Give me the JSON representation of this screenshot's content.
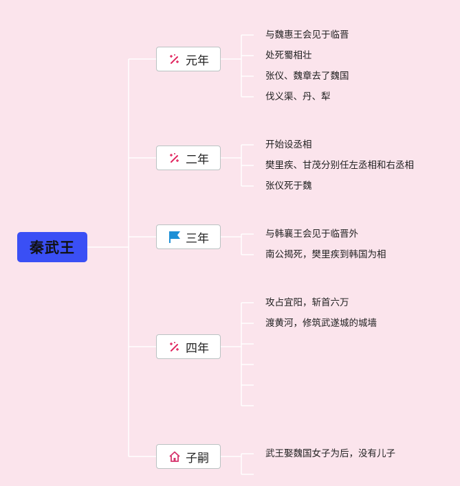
{
  "root": {
    "label": "秦武王"
  },
  "branches": [
    {
      "label": "元年",
      "icon": "wand-sparkle-icon",
      "leaves": [
        "与魏惠王会见于临晋",
        "处死蜀相壮",
        "张仪、魏章去了魏国",
        "伐义渠、丹、犁"
      ]
    },
    {
      "label": "二年",
      "icon": "wand-sparkle-icon",
      "leaves": [
        "开始设丞相",
        "樊里疾、甘茂分别任左丞相和右丞相",
        "张仪死于魏"
      ]
    },
    {
      "label": "三年",
      "icon": "flag-icon",
      "leaves": [
        "与韩襄王会见于临晋外",
        "南公揭死，樊里疾到韩国为相"
      ]
    },
    {
      "label": "四年",
      "icon": "wand-sparkle-icon",
      "leaves": [
        "攻占宜阳，斩首六万",
        "渡黄河，修筑武遂城的城墙",
        "",
        "",
        "",
        ""
      ]
    },
    {
      "label": "子嗣",
      "icon": "home-icon",
      "leaves": [
        "武王娶魏国女子为后，没有儿子",
        ""
      ]
    }
  ],
  "colors": {
    "background": "#fbe4ec",
    "root_fill": "#3a4ff5",
    "connector": "#ffffff",
    "wand_icon": "#e0245e",
    "flag_icon": "#1e90d6",
    "home_icon": "#d6336c"
  }
}
